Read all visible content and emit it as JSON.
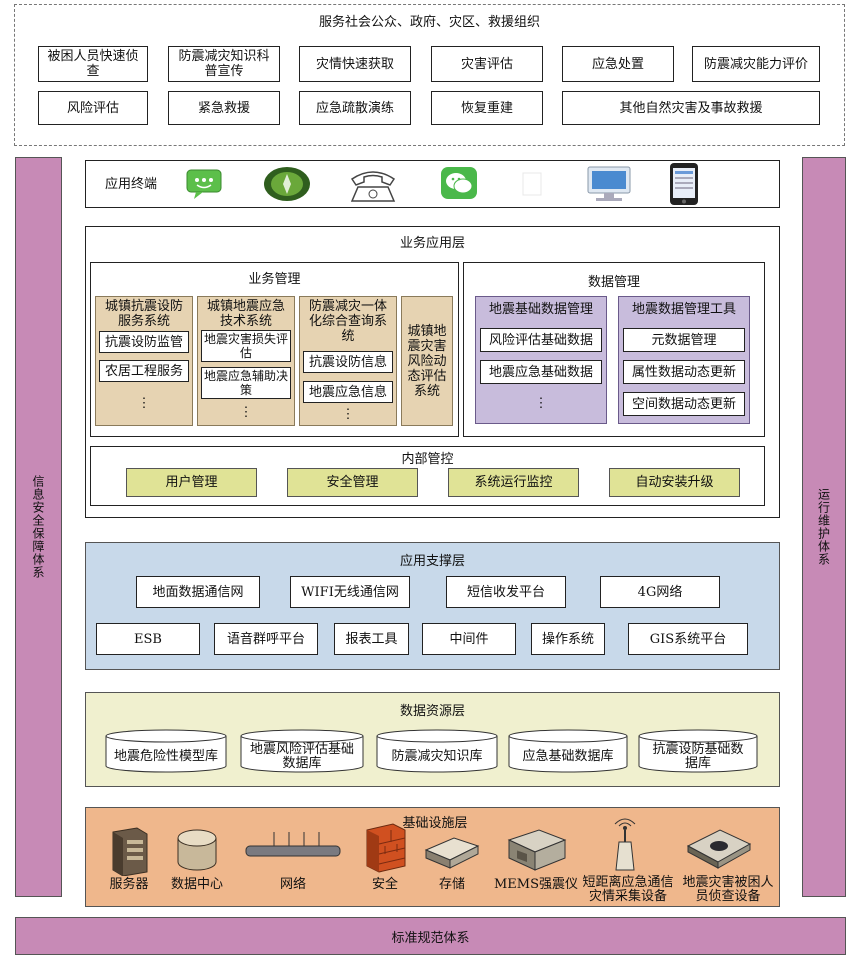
{
  "service": {
    "title": "服务社会公众、政府、灾区、救援组织",
    "row1": [
      "被困人员快速侦查",
      "防震减灾知识科普宣传",
      "灾情快速获取",
      "灾害评估",
      "应急处置",
      "防震减灾能力评价"
    ],
    "row2": [
      "风险评估",
      "紧急救援",
      "应急疏散演练",
      "恢复重建",
      "其他自然灾害及事故救援"
    ]
  },
  "left_bar": "信息安全保障体系",
  "right_bar": "运行维护体系",
  "bottom_bar": "标准规范体系",
  "terminal": {
    "label": "应用终端",
    "icons": [
      "sms-icon",
      "gps-device-icon",
      "telephone-icon",
      "wechat-icon",
      "blank-icon",
      "computer-icon",
      "smartphone-icon"
    ]
  },
  "business": {
    "title": "业务应用层",
    "biz_mgmt": {
      "title": "业务管理",
      "col1": {
        "title": "城镇抗震设防服务系统",
        "items": [
          "抗震设防监管",
          "农居工程服务"
        ],
        "more": "⋮"
      },
      "col2": {
        "title": "城镇地震应急技术系统",
        "items": [
          "地震灾害损失评估",
          "地震应急辅助决策"
        ],
        "more": "⋮"
      },
      "col3": {
        "title": "防震减灾一体化综合查询系统",
        "items": [
          "抗震设防信息",
          "地震应急信息"
        ],
        "more": "⋮"
      },
      "col4": {
        "title": "城镇地震灾害风险动态评估系统"
      }
    },
    "data_mgmt": {
      "title": "数据管理",
      "col1": {
        "title": "地震基础数据管理",
        "items": [
          "风险评估基础数据",
          "地震应急基础数据"
        ],
        "more": "⋮"
      },
      "col2": {
        "title": "地震数据管理工具",
        "items": [
          "元数据管理",
          "属性数据动态更新",
          "空间数据动态更新"
        ]
      }
    },
    "internal": {
      "title": "内部管控",
      "items": [
        "用户管理",
        "安全管理",
        "系统运行监控",
        "自动安装升级"
      ]
    }
  },
  "support": {
    "title": "应用支撑层",
    "row1": [
      "地面数据通信网",
      "WIFI无线通信网",
      "短信收发平台",
      "4G网络"
    ],
    "row2": [
      "ESB",
      "语音群呼平台",
      "报表工具",
      "中间件",
      "操作系统",
      "GIS系统平台"
    ]
  },
  "resources": {
    "title": "数据资源层",
    "dbs": [
      "地震危险性模型库",
      "地震风险评估基础数据库",
      "防震减灾知识库",
      "应急基础数据库",
      "抗震设防基础数据库"
    ]
  },
  "infra": {
    "title": "基础设施层",
    "items": [
      {
        "label": "服务器",
        "icon": "server-icon"
      },
      {
        "label": "数据中心",
        "icon": "data-center-icon"
      },
      {
        "label": "网络",
        "icon": "network-switch-icon"
      },
      {
        "label": "安全",
        "icon": "firewall-icon"
      },
      {
        "label": "存储",
        "icon": "storage-icon"
      },
      {
        "label": "MEMS强震仪",
        "icon": "seismograph-icon"
      },
      {
        "label": "短距离应急通信灾情采集设备",
        "icon": "antenna-icon"
      },
      {
        "label": "地震灾害被困人员侦查设备",
        "icon": "detector-icon"
      }
    ]
  },
  "colors": {
    "purple": "#c78ab6",
    "biz_tan": "#e6d3b2",
    "data_purple": "#c8bcdc",
    "internal_olive": "#e0e396",
    "support_blue": "#c8d9ea",
    "resource_cream": "#f0f0cf",
    "infra_orange": "#efb78c"
  }
}
